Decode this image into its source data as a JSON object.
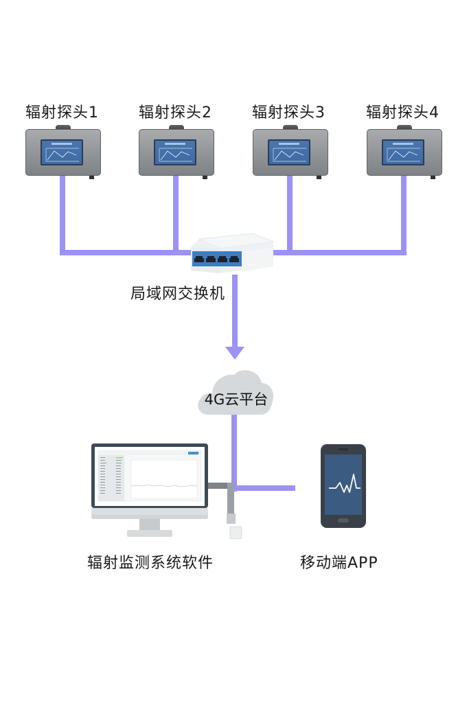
{
  "diagram": {
    "title": "辐射监测系统网络拓扑",
    "probes": [
      {
        "label": "辐射探头1"
      },
      {
        "label": "辐射探头2"
      },
      {
        "label": "辐射探头3"
      },
      {
        "label": "辐射探头4"
      }
    ],
    "switch": {
      "label": "局域网交换机",
      "ports": 4
    },
    "cloud": {
      "label": "4G云平台"
    },
    "software": {
      "label": "辐射监测系统软件"
    },
    "mobile": {
      "label": "移动端APP"
    },
    "colors": {
      "connector": "#9c92f4",
      "probe_body": "#8f9295",
      "probe_screen": "#4a75ad",
      "switch_ports": "#3f7cc0",
      "cloud": "#d5d9dc",
      "phone_screen": "#3c5b80"
    },
    "connections": [
      {
        "from": "辐射探头1",
        "to": "局域网交换机"
      },
      {
        "from": "辐射探头2",
        "to": "局域网交换机"
      },
      {
        "from": "辐射探头3",
        "to": "局域网交换机"
      },
      {
        "from": "辐射探头4",
        "to": "局域网交换机"
      },
      {
        "from": "局域网交换机",
        "to": "4G云平台",
        "arrow": true
      },
      {
        "from": "4G云平台",
        "to": "辐射监测系统软件"
      },
      {
        "from": "4G云平台",
        "to": "移动端APP"
      }
    ]
  }
}
